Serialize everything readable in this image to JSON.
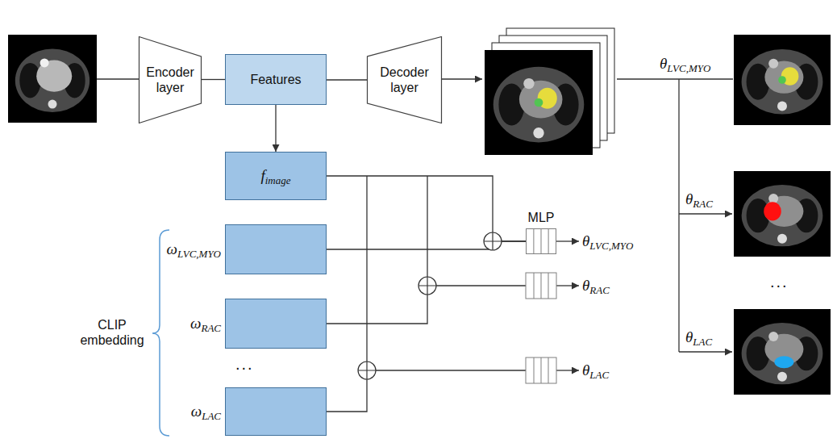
{
  "diagram": {
    "nodes": [
      {
        "text": [
          "Encoder layer"
        ]
      },
      {
        "text": [
          "Features"
        ]
      },
      {
        "text": [
          "Decoder layer"
        ]
      },
      {
        "text": [
          "fimage"
        ]
      },
      {
        "text": [
          "ωLVC,MYO"
        ]
      },
      {
        "text": [
          "ωRAC"
        ]
      },
      {
        "text": [
          "ωLAC"
        ]
      },
      {
        "text": [
          "MLP"
        ]
      }
    ],
    "edges": [
      {
        "from": 0,
        "to": 1,
        "arrow": "none"
      },
      {
        "from": 1,
        "to": 2,
        "arrow": "none"
      },
      {
        "from": 1,
        "to": 3,
        "arrow": "to"
      },
      {
        "from": 3,
        "to": 7,
        "arrow": "none"
      },
      {
        "from": 4,
        "to": 7,
        "arrow": "none"
      }
    ],
    "labels": [
      "θLVC,MYO",
      "θRAC",
      "...",
      "θLAC",
      "...",
      "CLIP embedding",
      "θLVC,MYO",
      "θRAC",
      "θLAC"
    ]
  }
}
